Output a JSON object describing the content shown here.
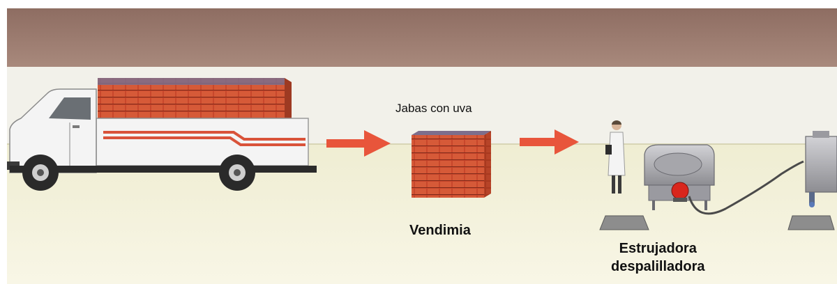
{
  "labels": {
    "crates": "Jabas con uva",
    "harvest": "Vendimia",
    "crusher_line1": "Estrujadora",
    "crusher_line2": "despalilladora"
  },
  "colors": {
    "wall": "#9b7b6f",
    "wall_band": "#f2f1ea",
    "floor": "#f6f4dc",
    "arrow": "#e8553b",
    "crate": "#c9452b",
    "crate_top": "#7d6e8c",
    "truck_body": "#f4f4f4",
    "stripe": "#d9533a",
    "machine": "#b9b9bd",
    "pump": "#d9261c"
  },
  "icons": [
    "truck-icon",
    "arrow-right-icon",
    "crate-stack-icon",
    "worker-icon",
    "crusher-destemmer-icon",
    "pump-icon",
    "hose-icon",
    "tank-icon"
  ]
}
